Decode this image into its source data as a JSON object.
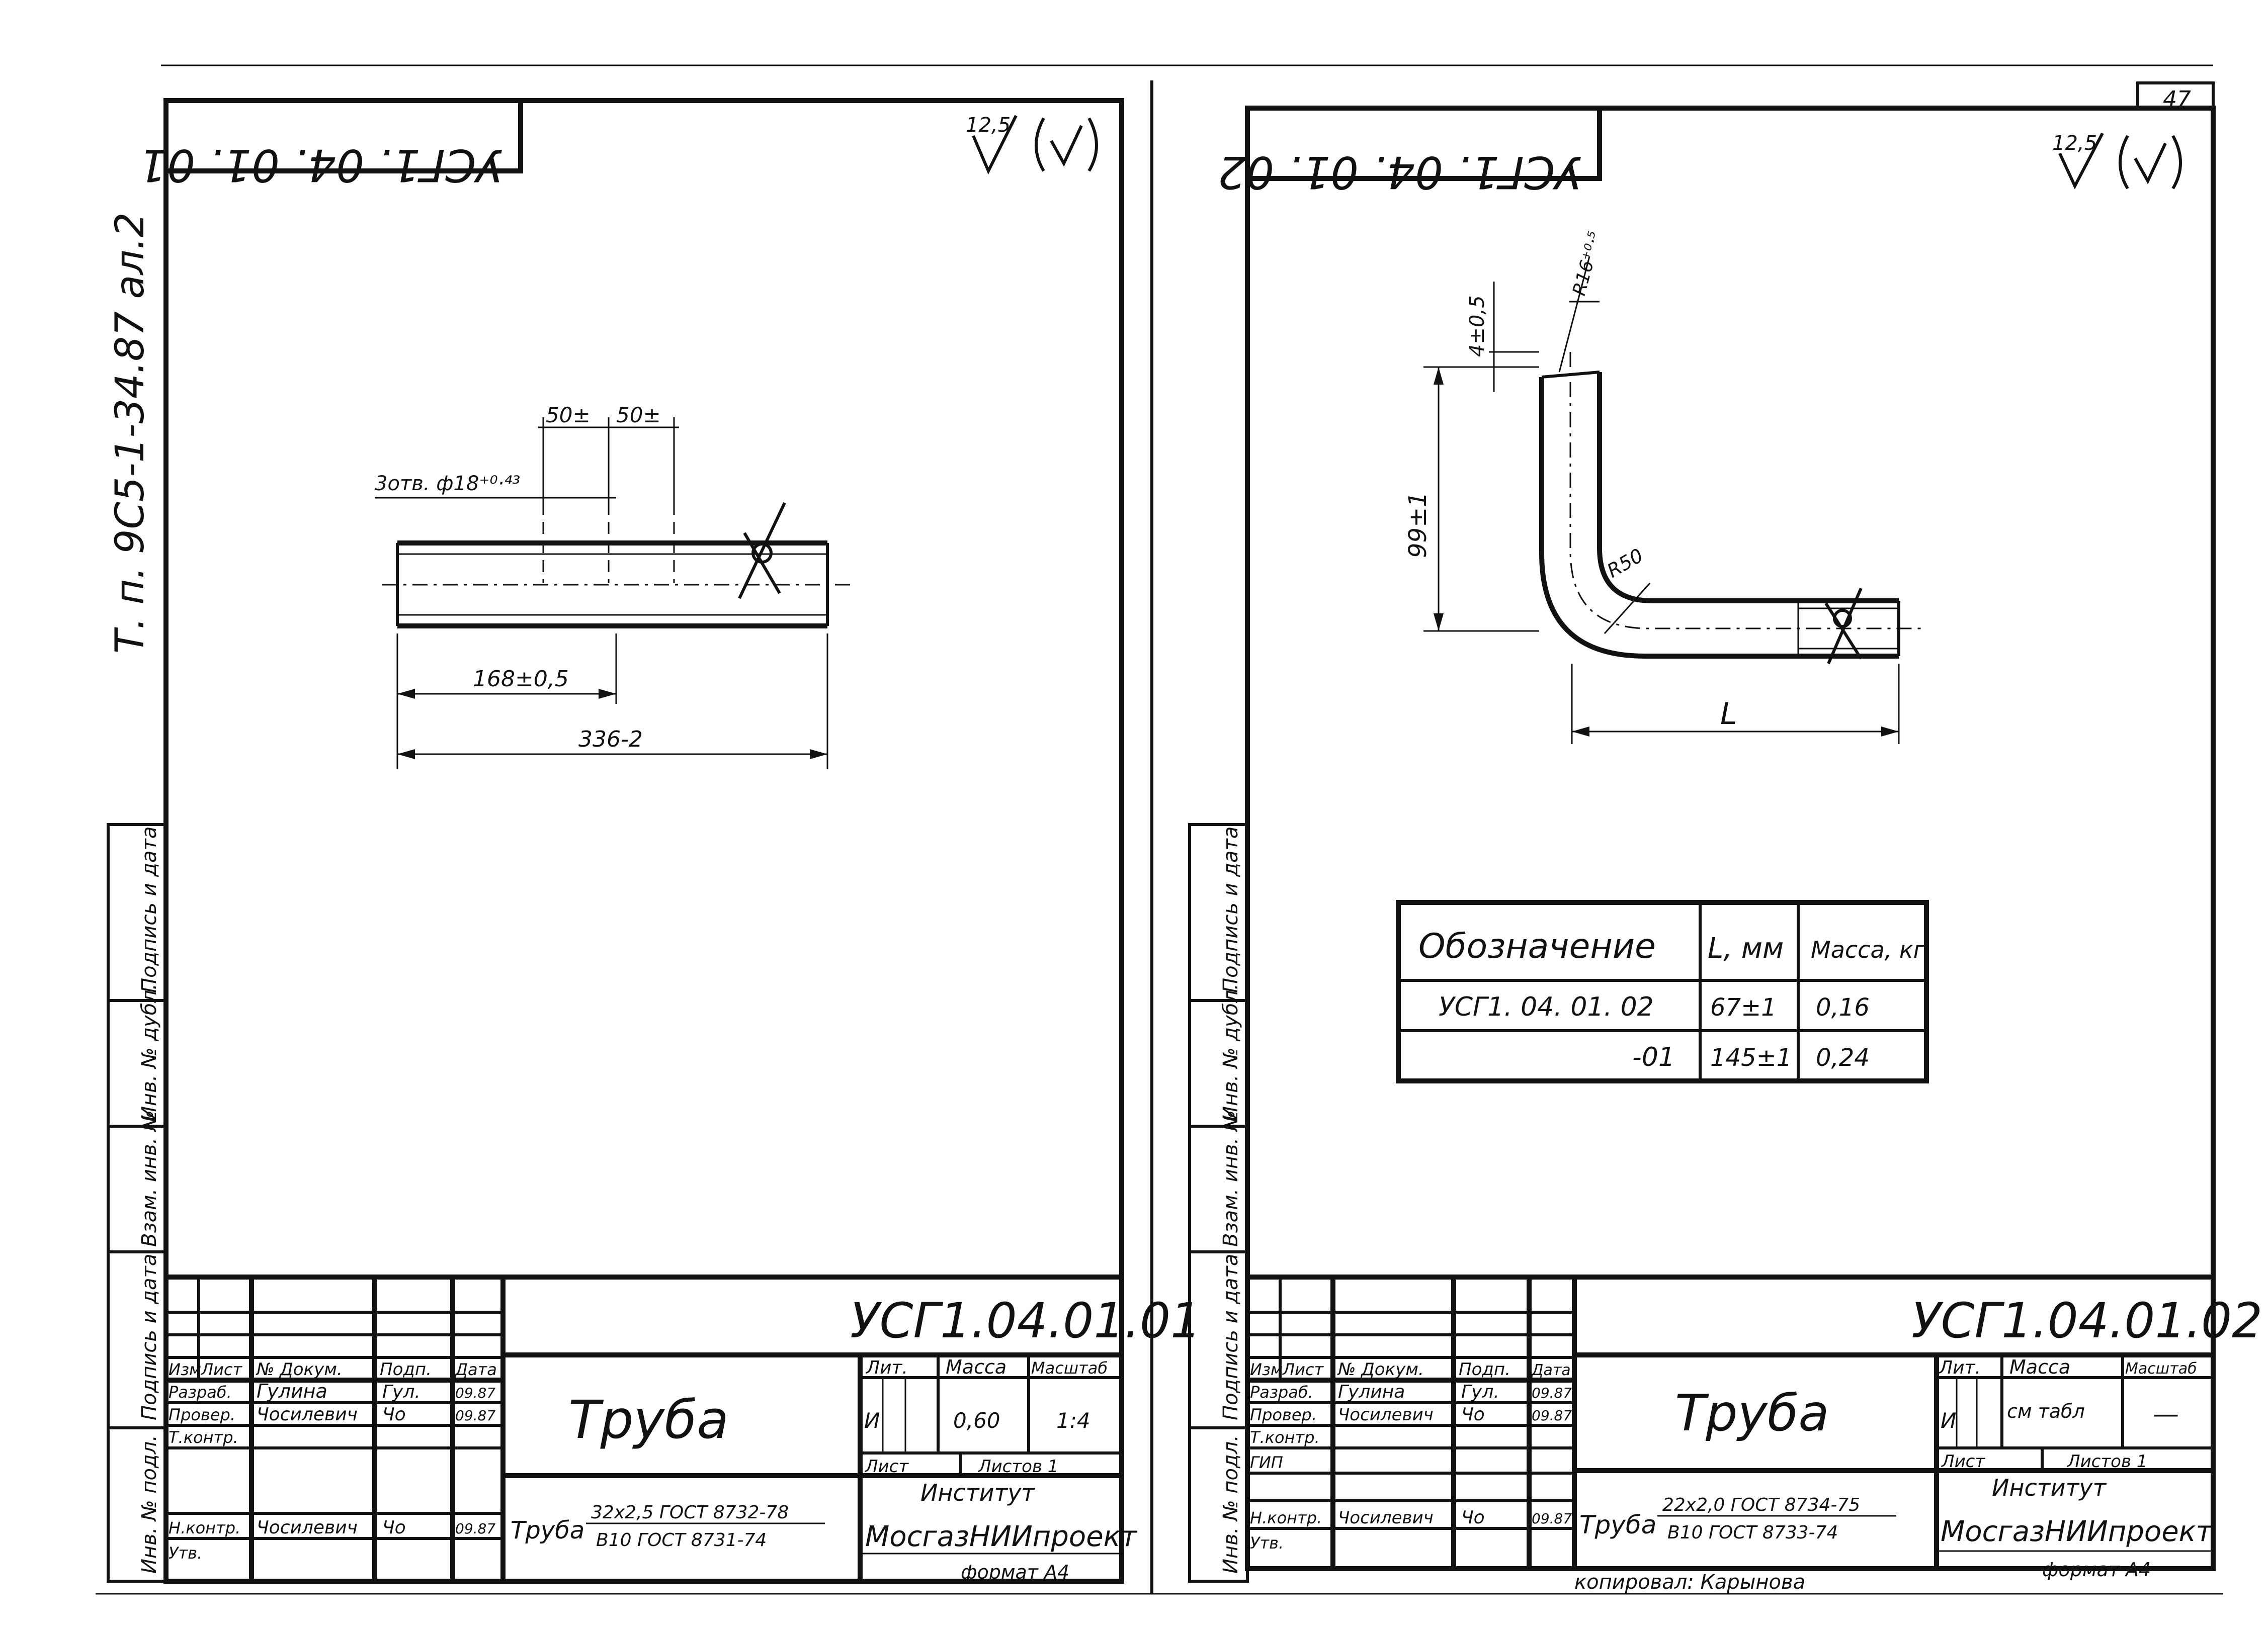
{
  "page": {
    "sheet_number": "47",
    "side_note": "Т. п. 9С5-1-34.87 ал.2",
    "copied_by": "копировал: Карынова"
  },
  "side_strip": [
    "Подпись и дата",
    "Инв. № дубл.",
    "Взам. инв. №",
    "Подпись и дата",
    "Инв. № подл."
  ],
  "sheets": [
    {
      "corner_code": "УСГ1. 04. 01. 01",
      "roughness": "12,5",
      "dimensions": {
        "hole": "3отв. ф18⁺⁰·⁴³",
        "pitch_a": "50±",
        "pitch_b": "50±",
        "half_length": "168±0,5",
        "length": "336-2"
      },
      "title_block": {
        "designation": "УСГ1.04.01.01",
        "name": "Труба",
        "material_lead": "Труба",
        "material_top": "32х2,5 ГОСТ 8732-78",
        "material_bottom": "В10 ГОСТ 8731-74",
        "lit_header": "Лит.",
        "lit_value": "И",
        "mass_header": "Масса",
        "mass_value": "0,60",
        "scale_header": "Масштаб",
        "scale_value": "1:4",
        "sheet_label": "Лист",
        "sheets_label": "Листов 1",
        "org_line1": "Институт",
        "org_line2": "МосгазНИИпроект",
        "format": "формат А4",
        "head_cols": [
          "Изм",
          "Лист",
          "№ Докум.",
          "Подп.",
          "Дата"
        ],
        "rows": [
          {
            "role": "Разраб.",
            "name": "Гулина",
            "sign": "Гул.",
            "date": "09.87"
          },
          {
            "role": "Провер.",
            "name": "Чосилевич",
            "sign": "Чо",
            "date": "09.87"
          },
          {
            "role": "Т.контр.",
            "name": "",
            "sign": "",
            "date": ""
          },
          {
            "role": "Н.контр.",
            "name": "Чосилевич",
            "sign": "Чо",
            "date": "09.87"
          },
          {
            "role": "Утв.",
            "name": "",
            "sign": "",
            "date": ""
          }
        ]
      }
    },
    {
      "corner_code": "УСГ1. 04. 01. 02",
      "roughness": "12,5",
      "dimensions": {
        "bend_radius_outer": "R16⁺⁰·⁵",
        "tolerance_top": "4±0,5",
        "height": "99±1",
        "bend_radius_inner": "R50",
        "length_symbol": "L"
      },
      "variants_table": {
        "headers": [
          "Обозначение",
          "L, мм",
          "Масса, кг"
        ],
        "rows": [
          [
            "УСГ1. 04. 01. 02",
            "67±1",
            "0,16"
          ],
          [
            "-01",
            "145±1",
            "0,24"
          ]
        ]
      },
      "title_block": {
        "designation": "УСГ1.04.01.02",
        "name": "Труба",
        "material_lead": "Труба",
        "material_top": "22х2,0 ГОСТ 8734-75",
        "material_bottom": "В10 ГОСТ 8733-74",
        "lit_header": "Лит.",
        "lit_value": "И",
        "mass_header": "Масса",
        "mass_value": "см табл",
        "scale_header": "Масштаб",
        "scale_value": "—",
        "sheet_label": "Лист",
        "sheets_label": "Листов 1",
        "org_line1": "Институт",
        "org_line2": "МосгазНИИпроект",
        "format": "формат А4",
        "head_cols": [
          "Изм",
          "Лист",
          "№ Докум.",
          "Подп.",
          "Дата"
        ],
        "rows": [
          {
            "role": "Разраб.",
            "name": "Гулина",
            "sign": "Гул.",
            "date": "09.87"
          },
          {
            "role": "Провер.",
            "name": "Чосилевич",
            "sign": "Чо",
            "date": "09.87"
          },
          {
            "role": "Т.контр.",
            "name": "",
            "sign": "",
            "date": ""
          },
          {
            "role": "ГИП",
            "name": "",
            "sign": "",
            "date": ""
          },
          {
            "role": "Н.контр.",
            "name": "Чосилевич",
            "sign": "Чо",
            "date": "09.87"
          },
          {
            "role": "Утв.",
            "name": "",
            "sign": "",
            "date": ""
          }
        ]
      }
    }
  ]
}
